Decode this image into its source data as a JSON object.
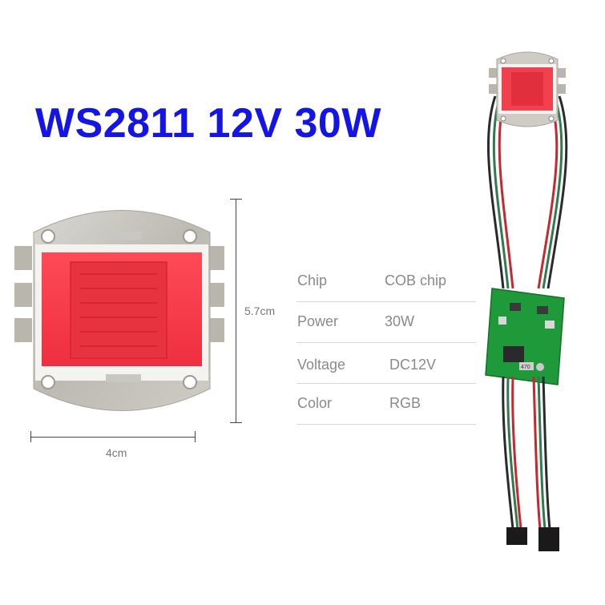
{
  "title": "WS2811 12V 30W",
  "dimensions": {
    "height": "5.7cm",
    "width": "4cm"
  },
  "specs": [
    {
      "key": "Chip",
      "value": "COB chip"
    },
    {
      "key": "Power",
      "value": "30W"
    },
    {
      "key": "Voltage",
      "value": "DC12V"
    },
    {
      "key": "Color",
      "value": "RGB"
    }
  ],
  "board_marking": "470",
  "colors": {
    "title": "#1414e6",
    "led_red": "#f23a48",
    "pcb_green": "#1f9a3a",
    "substrate": "#c9c7c2"
  },
  "icons": [
    "cob-led-chip-image",
    "driver-board-image",
    "connector-image"
  ]
}
